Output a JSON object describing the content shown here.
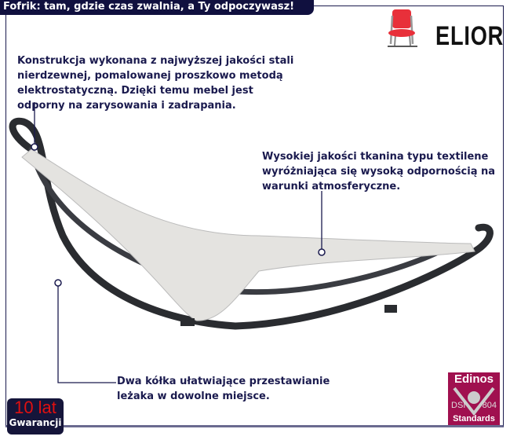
{
  "header": {
    "title": "Fofrik: tam, gdzie czas zwalnia, a Ty odpoczywasz!"
  },
  "brand": {
    "name": "ELIOR",
    "icon": "red-chair-icon"
  },
  "callouts": [
    {
      "lines": [
        "Konstrukcja wykonana z najwyższej jakości stali",
        "nierdzewnej, pomalowanej proszkowo metodą",
        "elektrostatyczną.  Dzięki temu mebel jest",
        "odporny na zarysowania i zadrapania."
      ]
    },
    {
      "lines": [
        "Wysokiej jakości tkanina typu textilene",
        "wyróżniająca się wysoką odpornością na",
        "warunki atmosferyczne."
      ]
    },
    {
      "lines": [
        "Dwa kółka ułatwiające przestawianie",
        "leżaka w dowolne miejsce."
      ]
    }
  ],
  "warranty": {
    "years": "10 lat",
    "label": "Gwarancji"
  },
  "certificate": {
    "name": "Edinos",
    "dsi": "DSI",
    "number": "804",
    "label": "Standards"
  },
  "colors": {
    "navy": "#10103f",
    "cert": "#a0104f",
    "warranty_red": "#e01010"
  }
}
